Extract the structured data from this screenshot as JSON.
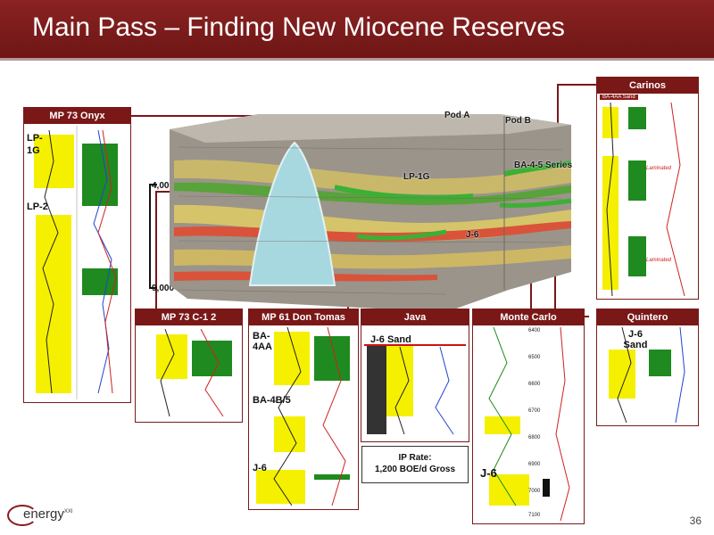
{
  "slide": {
    "title": "Main Pass – Finding New Miocene Reserves",
    "page_number": "36",
    "logo_text": "energy",
    "logo_suffix": "XXI"
  },
  "block_diagram": {
    "depth_top": "4,000",
    "depth_bottom": "9,000",
    "labels": {
      "pod_a": "Pod A",
      "pod_b": "Pod B",
      "ba_series": "BA-4-5 Series",
      "lp_1g": "LP-1G",
      "j_6": "J-6"
    }
  },
  "panels": {
    "onyx": {
      "label": "MP 73 Onyx",
      "markers": [
        "LP-",
        "1G",
        "LP-2"
      ]
    },
    "c12": {
      "label": "MP 73 C-1 2"
    },
    "don_tomas": {
      "label": "MP 61 Don Tomas",
      "markers": [
        "BA-4AA",
        "BA-4B/5",
        "J-6"
      ]
    },
    "java": {
      "label": "Java",
      "marker": "J-6 Sand"
    },
    "monte_carlo": {
      "label": "Monte Carlo",
      "marker": "J-6",
      "depths": [
        "6400",
        "6500",
        "6600",
        "6700",
        "6800",
        "6900",
        "7000",
        "7100"
      ]
    },
    "carinos": {
      "label": "Carinos",
      "sand": "BA-4AA Sand",
      "tags": [
        "Laminated",
        "Laminated"
      ]
    },
    "quintero": {
      "label": "Quintero",
      "marker": "J-6 Sand"
    }
  },
  "java_callout": {
    "line1": "IP Rate:",
    "line2": "1,200 BOE/d Gross"
  },
  "colors": {
    "brand_red": "#7a1717",
    "sand_yellow": "#f5f000",
    "log_green": "#1f8a1f"
  }
}
